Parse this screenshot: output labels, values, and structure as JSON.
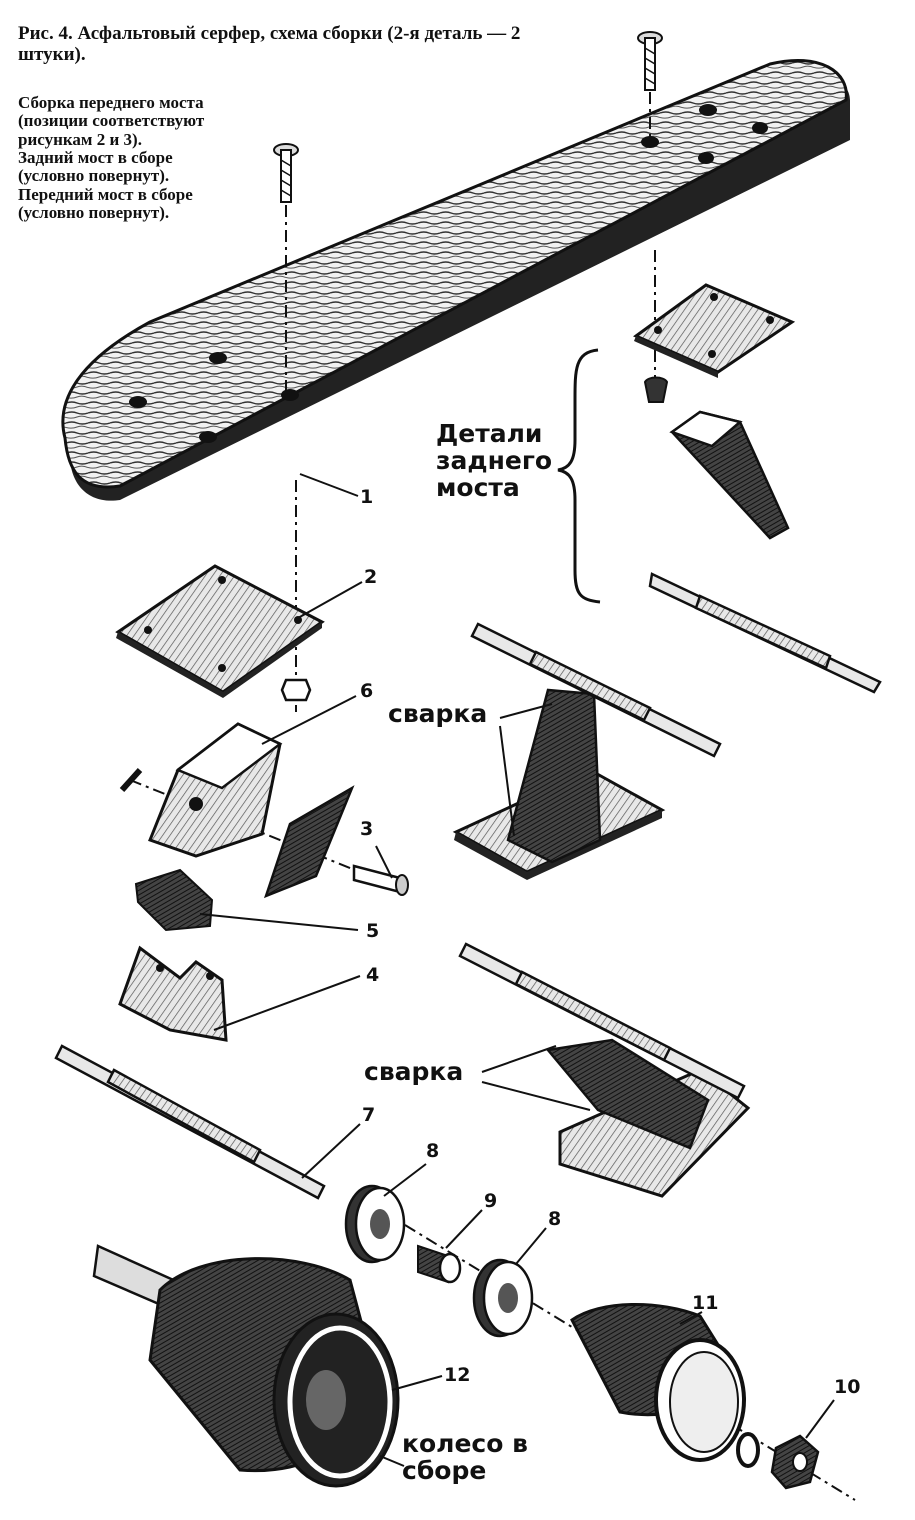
{
  "caption": {
    "title": "Рис. 4. Асфальтовый серфер, схема сборки (2-я деталь — 2 штуки).",
    "note_front": "Сборка переднего моста (позиции соответствуют рисункам 2 и 3).",
    "note_rear": "Задний мост в сборе (условно повернут).",
    "note_front_assembled": "Передний мост в сборе (условно повернут)."
  },
  "labels": {
    "rear_axle_parts": "Детали заднего моста",
    "welding_1": "сварка",
    "welding_2": "сварка",
    "wheel_assembled": "колесо в сборе"
  },
  "part_numbers": {
    "p1": "1",
    "p2": "2",
    "p3": "3",
    "p4": "4",
    "p5": "5",
    "p6": "6",
    "p7": "7",
    "p8a": "8",
    "p8b": "8",
    "p9": "9",
    "p10": "10",
    "p11": "11",
    "p12": "12"
  }
}
